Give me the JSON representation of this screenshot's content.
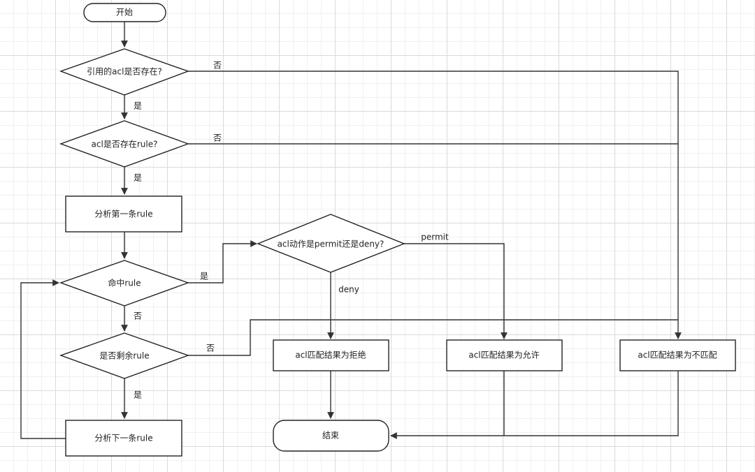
{
  "diagram": {
    "type": "flowchart",
    "nodes": {
      "start": "开始",
      "acl_exists": "引用的acl是否存在?",
      "acl_has_rule": "acl是否存在rule?",
      "analyze_first_rule": "分析第一条rule",
      "match_rule": "命中rule",
      "acl_action": "acl动作是permit还是deny?",
      "rules_remaining": "是否剩余rule",
      "analyze_next_rule": "分析下一条rule",
      "result_deny": "acl匹配结果为拒绝",
      "result_permit": "acl匹配结果为允许",
      "result_no_match": "acl匹配结果为不匹配",
      "end": "结束"
    },
    "edge_labels": {
      "acl_exists_no": "否",
      "acl_exists_yes": "是",
      "acl_has_rule_no": "否",
      "acl_has_rule_yes": "是",
      "match_rule_yes": "是",
      "action_permit": "permit",
      "action_deny": "deny",
      "match_rule_no": "否",
      "rules_remaining_no": "否",
      "rules_remaining_yes": "是"
    }
  }
}
